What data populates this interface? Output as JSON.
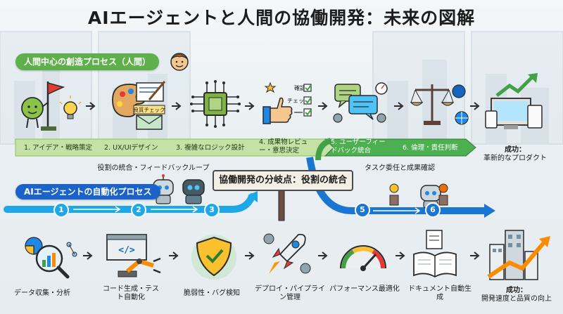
{
  "title": "AIエージェントと人間の協働開発：未来の図解",
  "human_section": {
    "label": "人間中心の創造プロセス（人間）",
    "steps": [
      {
        "label": "1. アイデア・戦略策定"
      },
      {
        "label": "2. UX/UIデザイン"
      },
      {
        "label": "3. 複雑なロジック設計"
      },
      {
        "label": "4. 成果物レビュー・意思決定"
      },
      {
        "label": "5. ユーザーフィードバック統合"
      },
      {
        "label": "6. 倫理・責任判断"
      }
    ],
    "icon_texts": {
      "design_note": "良質チェック",
      "check_1": "確認",
      "check_2": "チェック"
    },
    "success": {
      "title": "成功：",
      "subtitle": "革新的なプロダクト"
    }
  },
  "middle": {
    "feedback_loop": "役割の統合・フィードバックループ",
    "center": "協働開発の分岐点：役割の統合",
    "delegation": "タスク委任と成果確認"
  },
  "ai_section": {
    "label": "AIエージェントの自動化プロセス",
    "numbers": [
      "1",
      "2",
      "3",
      "5",
      "6"
    ],
    "steps": [
      {
        "label": "データ収集・分析"
      },
      {
        "label": "コード生成・テスト自動化"
      },
      {
        "label": "脆弱性・バグ検知"
      },
      {
        "label": "デプロイ・パイプライン管理"
      },
      {
        "label": "パフォーマンス最適化"
      },
      {
        "label": "ドキュメント自動生成"
      }
    ],
    "code_glyph": "</>",
    "success": {
      "title": "成功：",
      "subtitle": "開発速度と品質の向上"
    }
  },
  "colors": {
    "human_green": "#5fb04c",
    "ai_blue": "#1b63c9",
    "arrow_cyan": "#1fa8e8",
    "dark_outline": "#2b2b2b"
  }
}
